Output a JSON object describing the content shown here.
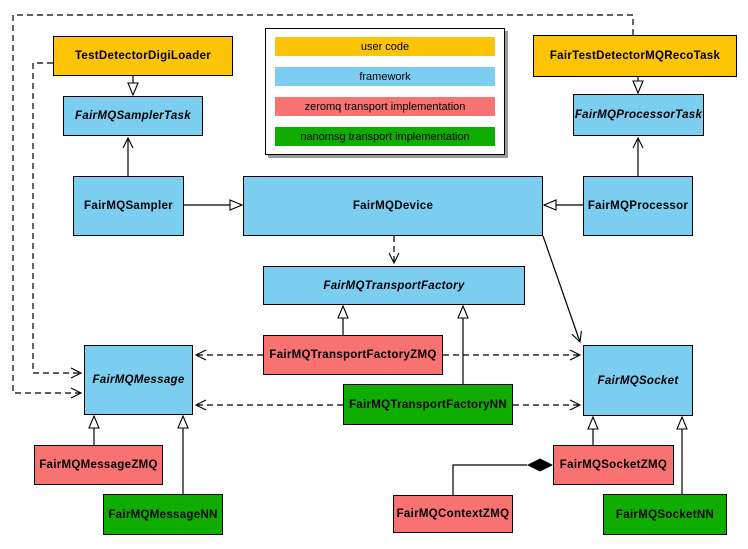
{
  "diagram": {
    "kind": "uml-class-diagram",
    "subject": "FairMQ framework class hierarchy"
  },
  "colors": {
    "user_code": "#FCC405",
    "framework": "#7CCEF0",
    "zeromq": "#F87272",
    "nanomsg": "#0FAD00",
    "line": "#000000",
    "legend_shadow": "#9a9a9a"
  },
  "legend": {
    "items": [
      {
        "label": "user code",
        "color": "#FCC405"
      },
      {
        "label": "framework",
        "color": "#7CCEF0"
      },
      {
        "label": "zeromq transport implementation",
        "color": "#F87272"
      },
      {
        "label": "nanomsg transport implementation",
        "color": "#0FAD00"
      }
    ]
  },
  "nodes": {
    "testDetectorDigiLoader": {
      "label": "TestDetectorDigiLoader",
      "category": "user_code",
      "abstract": false
    },
    "fairTestDetectorMQRecoTask": {
      "label": "FairTestDetectorMQRecoTask",
      "category": "user_code",
      "abstract": false
    },
    "fairMQSamplerTask": {
      "label": "FairMQSamplerTask",
      "category": "framework",
      "abstract": true
    },
    "fairMQProcessorTask": {
      "label": "FairMQProcessorTask",
      "category": "framework",
      "abstract": true
    },
    "fairMQSampler": {
      "label": "FairMQSampler",
      "category": "framework",
      "abstract": false
    },
    "fairMQDevice": {
      "label": "FairMQDevice",
      "category": "framework",
      "abstract": false
    },
    "fairMQProcessor": {
      "label": "FairMQProcessor",
      "category": "framework",
      "abstract": false
    },
    "fairMQTransportFactory": {
      "label": "FairMQTransportFactory",
      "category": "framework",
      "abstract": true
    },
    "fairMQTransportFactoryZMQ": {
      "label": "FairMQTransportFactoryZMQ",
      "category": "zeromq",
      "abstract": false
    },
    "fairMQTransportFactoryNN": {
      "label": "FairMQTransportFactoryNN",
      "category": "nanomsg",
      "abstract": false
    },
    "fairMQMessage": {
      "label": "FairMQMessage",
      "category": "framework",
      "abstract": true
    },
    "fairMQSocket": {
      "label": "FairMQSocket",
      "category": "framework",
      "abstract": true
    },
    "fairMQMessageZMQ": {
      "label": "FairMQMessageZMQ",
      "category": "zeromq",
      "abstract": false
    },
    "fairMQMessageNN": {
      "label": "FairMQMessageNN",
      "category": "nanomsg",
      "abstract": false
    },
    "fairMQContextZMQ": {
      "label": "FairMQContextZMQ",
      "category": "zeromq",
      "abstract": false
    },
    "fairMQSocketZMQ": {
      "label": "FairMQSocketZMQ",
      "category": "zeromq",
      "abstract": false
    },
    "fairMQSocketNN": {
      "label": "FairMQSocketNN",
      "category": "nanomsg",
      "abstract": false
    }
  },
  "edges": [
    {
      "from": "TestDetectorDigiLoader",
      "to": "FairMQSamplerTask",
      "type": "inheritance"
    },
    {
      "from": "FairTestDetectorMQRecoTask",
      "to": "FairMQProcessorTask",
      "type": "inheritance"
    },
    {
      "from": "FairMQSampler",
      "to": "FairMQSamplerTask",
      "type": "association"
    },
    {
      "from": "FairMQProcessor",
      "to": "FairMQProcessorTask",
      "type": "association"
    },
    {
      "from": "FairMQSampler",
      "to": "FairMQDevice",
      "type": "inheritance"
    },
    {
      "from": "FairMQProcessor",
      "to": "FairMQDevice",
      "type": "inheritance"
    },
    {
      "from": "FairMQDevice",
      "to": "FairMQTransportFactory",
      "type": "dependency"
    },
    {
      "from": "FairMQDevice",
      "to": "FairMQSocket",
      "type": "association"
    },
    {
      "from": "FairMQTransportFactoryZMQ",
      "to": "FairMQTransportFactory",
      "type": "inheritance"
    },
    {
      "from": "FairMQTransportFactoryNN",
      "to": "FairMQTransportFactory",
      "type": "inheritance"
    },
    {
      "from": "FairMQTransportFactoryZMQ",
      "to": "FairMQMessage",
      "type": "dependency"
    },
    {
      "from": "FairMQTransportFactoryZMQ",
      "to": "FairMQSocket",
      "type": "dependency"
    },
    {
      "from": "FairMQTransportFactoryNN",
      "to": "FairMQMessage",
      "type": "dependency"
    },
    {
      "from": "FairMQTransportFactoryNN",
      "to": "FairMQSocket",
      "type": "dependency"
    },
    {
      "from": "TestDetectorDigiLoader",
      "to": "FairMQMessage",
      "type": "dependency"
    },
    {
      "from": "FairTestDetectorMQRecoTask",
      "to": "FairMQMessage",
      "type": "dependency"
    },
    {
      "from": "FairMQMessageZMQ",
      "to": "FairMQMessage",
      "type": "inheritance"
    },
    {
      "from": "FairMQMessageNN",
      "to": "FairMQMessage",
      "type": "inheritance"
    },
    {
      "from": "FairMQSocketZMQ",
      "to": "FairMQSocket",
      "type": "inheritance"
    },
    {
      "from": "FairMQSocketNN",
      "to": "FairMQSocket",
      "type": "inheritance"
    },
    {
      "from": "FairMQContextZMQ",
      "to": "FairMQSocketZMQ",
      "type": "composition"
    }
  ]
}
